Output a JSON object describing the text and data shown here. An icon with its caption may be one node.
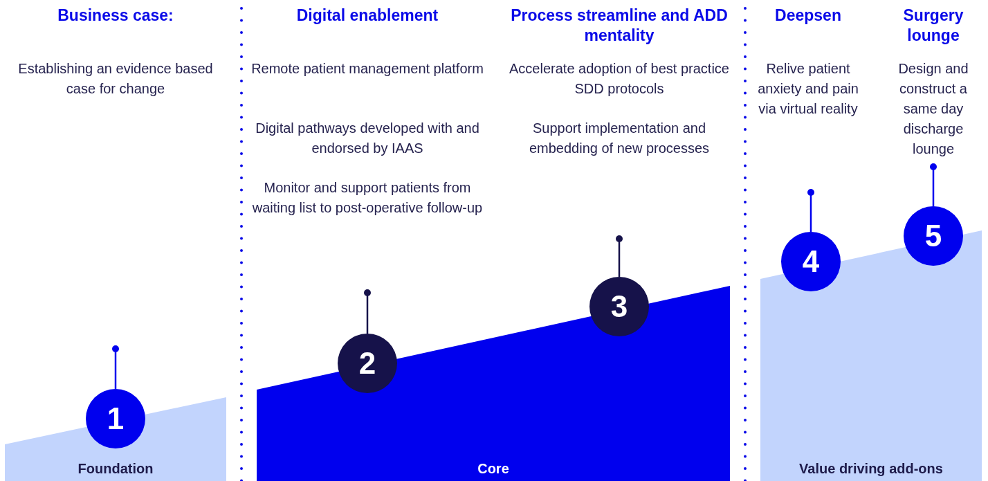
{
  "diagram": {
    "nodes": [
      {
        "text": [
          "Foundation"
        ]
      },
      {
        "text": [
          "Core"
        ]
      },
      {
        "text": [
          "Value driving add-ons"
        ]
      },
      {
        "text": [
          "1"
        ]
      },
      {
        "text": [
          "2"
        ]
      },
      {
        "text": [
          "3"
        ]
      },
      {
        "text": [
          "4"
        ]
      },
      {
        "text": [
          "5"
        ]
      }
    ],
    "labels": [
      "Business case:",
      "Digital enablement",
      "Process streamline and ADD mentality",
      "Deepsen",
      "Surgery lounge",
      "Establishing an evidence based case for change",
      "Remote patient management platform",
      "Accelerate adoption of best practice SDD protocols",
      "Relive patient anxiety and pain via virtual reality",
      "Design and construct a same day discharge lounge",
      "Digital pathways developed with and endorsed by IAAS",
      "Support implementation and embedding of new processes",
      "Monitor and support patients from waiting list to post-operative follow-up"
    ]
  }
}
